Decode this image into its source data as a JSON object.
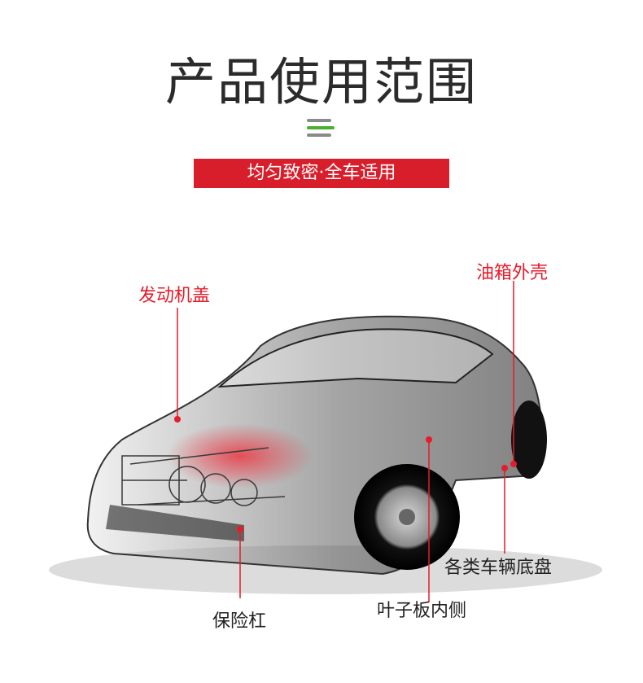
{
  "header": {
    "title": "产品使用范围",
    "banner": "均匀致密·全车适用"
  },
  "colors": {
    "accent_red": "#d81e2a",
    "divider_green": "#4caf32",
    "divider_gray": "#8a8a8a",
    "title_text": "#2b2b2b"
  },
  "callouts": [
    {
      "id": "hood",
      "label": "发动机盖"
    },
    {
      "id": "tank",
      "label": "油箱外壳"
    },
    {
      "id": "underbody",
      "label": "各类车辆底盘"
    },
    {
      "id": "fender",
      "label": "叶子板内侧"
    },
    {
      "id": "bumper",
      "label": "保险杠"
    }
  ]
}
